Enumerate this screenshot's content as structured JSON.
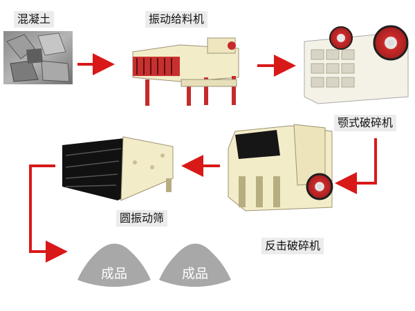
{
  "stages": {
    "concrete": "混凝土",
    "feeder": "振动给料机",
    "jaw_crusher": "颚式破碎机",
    "impact_crusher": "反击破碎机",
    "screen": "圆振动筛"
  },
  "products": [
    {
      "label": "成品"
    },
    {
      "label": "成品"
    }
  ],
  "colors": {
    "arrow": "#d91818",
    "product_mound": "#a8a8a8",
    "label_bg": "#ececec",
    "machine_body": "#f3ecc9",
    "machine_dark": "#1b1b1b",
    "wheel_red": "#cc2a2a"
  }
}
